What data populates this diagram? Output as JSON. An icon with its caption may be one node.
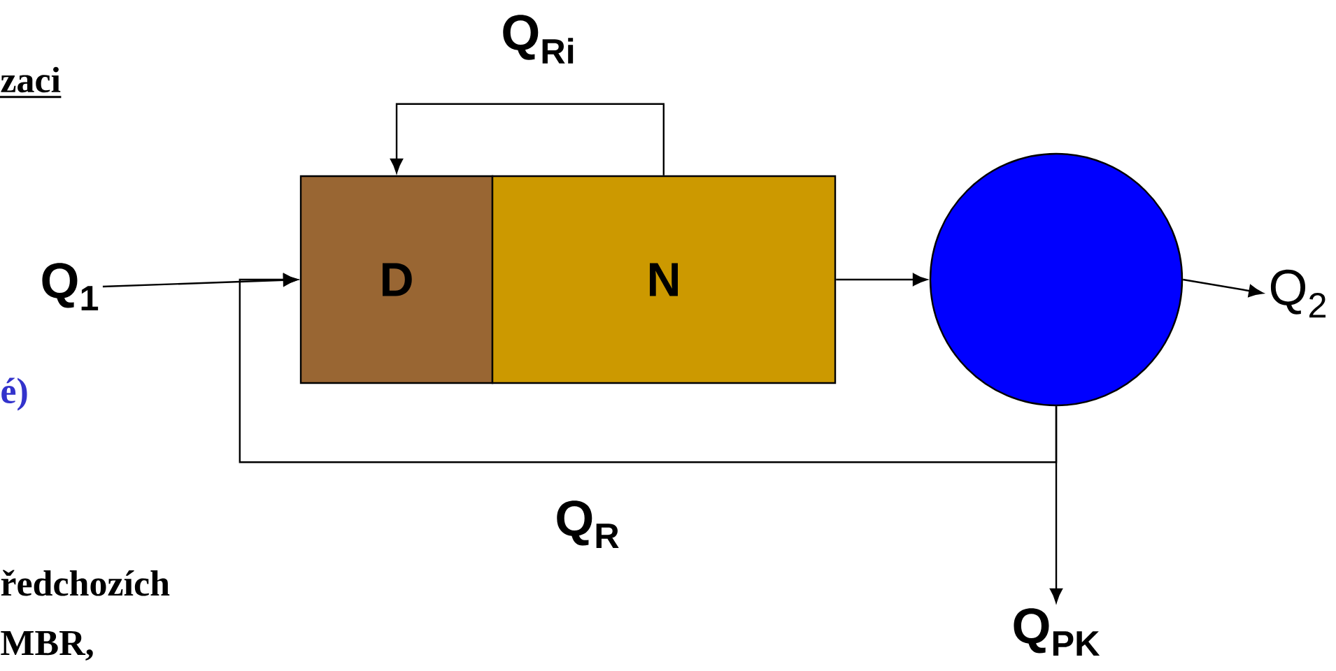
{
  "diagram": {
    "nodes": [
      {
        "text": [
          "Q$_{1}$"
        ]
      },
      {
        "text": [
          "D"
        ]
      },
      {
        "text": [
          "N"
        ]
      },
      {
        "text": [],
        "shape": "circle"
      },
      {
        "text": [
          "Q$_{2}$"
        ]
      },
      {
        "text": [
          "Q$_{PK}$"
        ]
      }
    ],
    "edges": [
      {
        "from": 0,
        "to": 1,
        "arrow": "to"
      },
      {
        "from": 2,
        "to": 1,
        "arrow": "to",
        "label": "Q$_{Ri}$"
      },
      {
        "from": 2,
        "to": 3,
        "arrow": "to"
      },
      {
        "from": 3,
        "to": 4,
        "arrow": "to"
      },
      {
        "from": 3,
        "to": 5,
        "arrow": "to"
      },
      {
        "from": 3,
        "to": 1,
        "arrow": "to",
        "label": "Q$_{R}$"
      }
    ],
    "labels": [
      "zaci",
      "é)",
      "ředchozích",
      "MBR,"
    ]
  }
}
